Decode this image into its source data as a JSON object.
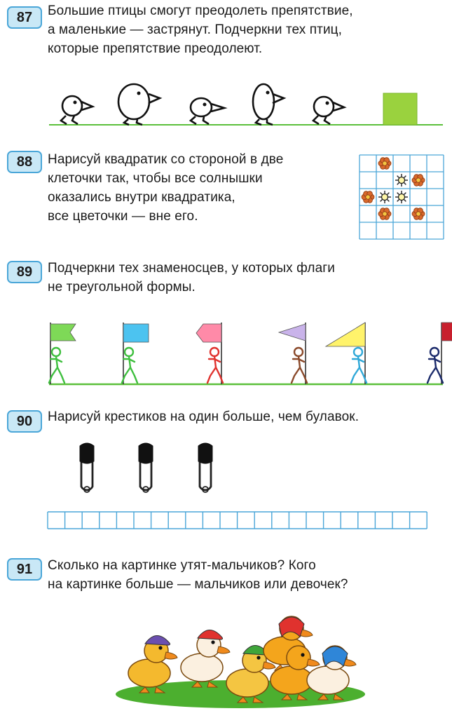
{
  "tasks": [
    {
      "number": "87",
      "text": "Большие птицы смогут преодолеть препятствие,\nа маленькие — застрянут. Подчеркни тех птиц,\nкоторые препятствие преодолеют."
    },
    {
      "number": "88",
      "text": "Нарисуй квадратик со стороной в две\nклеточки так, чтобы все солнышки\nоказались внутри квадратика,\nвсе цветочки — вне его."
    },
    {
      "number": "89",
      "text": "Подчеркни тех знаменосцев, у которых флаги\nне треугольной формы."
    },
    {
      "number": "90",
      "text": "Нарисуй крестиков на один больше, чем булавок."
    },
    {
      "number": "91",
      "text": "Сколько на картинке утят-мальчиков? Кого\nна картинке больше — мальчиков или девочек?"
    }
  ],
  "task87": {
    "birds": [
      "small",
      "big",
      "small",
      "big",
      "small"
    ],
    "obstacle": "square"
  },
  "task88": {
    "grid_cells": "5x5",
    "items": [
      {
        "row": 0,
        "col": 1,
        "kind": "flower"
      },
      {
        "row": 1,
        "col": 2,
        "kind": "sun"
      },
      {
        "row": 1,
        "col": 3,
        "kind": "flower"
      },
      {
        "row": 2,
        "col": 0,
        "kind": "flower"
      },
      {
        "row": 2,
        "col": 1,
        "kind": "sun"
      },
      {
        "row": 2,
        "col": 2,
        "kind": "sun"
      },
      {
        "row": 3,
        "col": 1,
        "kind": "flower"
      },
      {
        "row": 3,
        "col": 3,
        "kind": "flower"
      }
    ]
  },
  "task89": {
    "flags": [
      {
        "shape": "swallowtail",
        "flag_color": "#7ed957",
        "figure_color": "#3fbf3f"
      },
      {
        "shape": "rectangle",
        "flag_color": "#4cc3f0",
        "figure_color": "#3fbf3f"
      },
      {
        "shape": "pentagon",
        "flag_color": "#ff8aa8",
        "figure_color": "#e0322e"
      },
      {
        "shape": "triangle",
        "flag_color": "#c9b3ea",
        "figure_color": "#8b4a2b"
      },
      {
        "shape": "triangle",
        "flag_color": "#fff36b",
        "figure_color": "#2fa8d8"
      },
      {
        "shape": "rectangle",
        "flag_color": "#c8202e",
        "figure_color": "#1b2a6b"
      }
    ]
  },
  "task90": {
    "pins": 3,
    "strip_cells": 22
  },
  "task91": {
    "ducks": [
      "boy",
      "boy",
      "boy",
      "girl",
      "girl",
      "girl"
    ]
  },
  "colors": {
    "badge_fill": "#c9e8f6",
    "badge_border": "#4aa6d8",
    "ground_line": "#5bbf3a",
    "grid_line": "#4aa6d8",
    "obstacle": "#9ad23e",
    "flower": "#d9682b"
  }
}
